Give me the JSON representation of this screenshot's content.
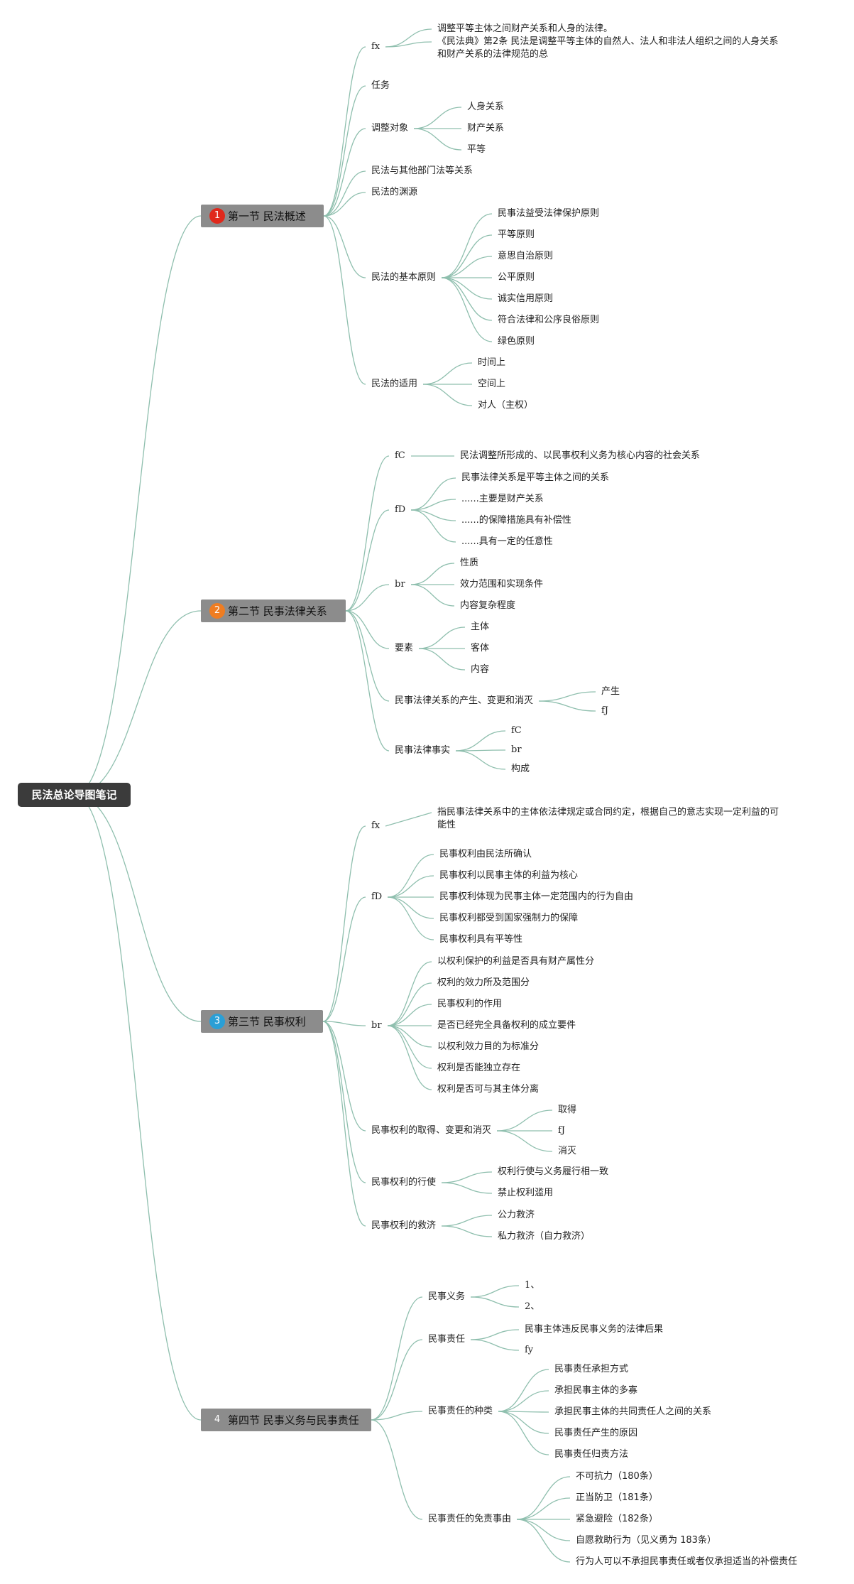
{
  "colors": {
    "edge": "#8fbfae",
    "root_bg": "#3b3b3b",
    "section_bg": "#8c8c8c"
  },
  "root": {
    "label": "民法总论导图笔记"
  },
  "sections": [
    {
      "badge": "1",
      "badge_color": "#e0291c",
      "label": "第一节 民法概述",
      "children": [
        {
          "label": "fx",
          "children": [
            {
              "label": "调整平等主体之间财产关系和人身的法律。"
            },
            {
              "label": "《民法典》第2条 民法是调整平等主体的自然人、法人和非法人组织之间的人身关系和财产关系的法律规范的总"
            }
          ]
        },
        {
          "label": "任务"
        },
        {
          "label": "调整对象",
          "children": [
            {
              "label": "人身关系"
            },
            {
              "label": "财产关系"
            },
            {
              "label": "平等"
            }
          ]
        },
        {
          "label": "民法与其他部门法等关系"
        },
        {
          "label": "民法的渊源"
        },
        {
          "label": "民法的基本原则",
          "children": [
            {
              "label": "民事法益受法律保护原则"
            },
            {
              "label": "平等原则"
            },
            {
              "label": "意思自治原则"
            },
            {
              "label": "公平原则"
            },
            {
              "label": "诚实信用原则"
            },
            {
              "label": "符合法律和公序良俗原则"
            },
            {
              "label": "绿色原则"
            }
          ]
        },
        {
          "label": "民法的适用",
          "children": [
            {
              "label": "时间上"
            },
            {
              "label": "空间上"
            },
            {
              "label": "对人（主权）"
            }
          ]
        }
      ]
    },
    {
      "badge": "2",
      "badge_color": "#ef7d22",
      "label": "第二节 民事法律关系",
      "children": [
        {
          "label": "fC",
          "children": [
            {
              "label": "民法调整所形成的、以民事权利义务为核心内容的社会关系"
            }
          ]
        },
        {
          "label": "fD",
          "children": [
            {
              "label": "民事法律关系是平等主体之间的关系"
            },
            {
              "label": "......主要是财产关系"
            },
            {
              "label": "......的保障措施具有补偿性"
            },
            {
              "label": "......具有一定的任意性"
            }
          ]
        },
        {
          "label": "br",
          "children": [
            {
              "label": "性质"
            },
            {
              "label": "效力范围和实现条件"
            },
            {
              "label": "内容复杂程度"
            }
          ]
        },
        {
          "label": "要素",
          "children": [
            {
              "label": "主体"
            },
            {
              "label": "客体"
            },
            {
              "label": "内容"
            }
          ]
        },
        {
          "label": "民事法律关系的产生、变更和消灭",
          "children": [
            {
              "label": "产生"
            },
            {
              "label": "fJ"
            }
          ]
        },
        {
          "label": "民事法律事实",
          "children": [
            {
              "label": "fC"
            },
            {
              "label": "br"
            },
            {
              "label": "构成"
            }
          ]
        }
      ]
    },
    {
      "badge": "3",
      "badge_color": "#2a9fd6",
      "label": "第三节 民事权利",
      "children": [
        {
          "label": "fx",
          "children": [
            {
              "label": "指民事法律关系中的主体依法律规定或合同约定，根据自己的意志实现一定利益的可能性"
            }
          ]
        },
        {
          "label": "fD",
          "children": [
            {
              "label": "民事权利由民法所确认"
            },
            {
              "label": "民事权利以民事主体的利益为核心"
            },
            {
              "label": "民事权利体现为民事主体一定范围内的行为自由"
            },
            {
              "label": "民事权利都受到国家强制力的保障"
            },
            {
              "label": "民事权利具有平等性"
            }
          ]
        },
        {
          "label": "br",
          "children": [
            {
              "label": "以权利保护的利益是否具有财产属性分"
            },
            {
              "label": "权利的效力所及范围分"
            },
            {
              "label": "民事权利的作用"
            },
            {
              "label": "是否已经完全具备权利的成立要件"
            },
            {
              "label": "以权利效力目的为标准分"
            },
            {
              "label": "权利是否能独立存在"
            },
            {
              "label": "权利是否可与其主体分离"
            }
          ]
        },
        {
          "label": "民事权利的取得、变更和消灭",
          "children": [
            {
              "label": "取得"
            },
            {
              "label": "fJ"
            },
            {
              "label": "消灭"
            }
          ]
        },
        {
          "label": "民事权利的行使",
          "children": [
            {
              "label": "权利行使与义务履行相一致"
            },
            {
              "label": "禁止权利滥用"
            }
          ]
        },
        {
          "label": "民事权利的救济",
          "children": [
            {
              "label": "公力救济"
            },
            {
              "label": "私力救济（自力救济）"
            }
          ]
        }
      ]
    },
    {
      "badge": "4",
      "badge_color": "#8c8c8c",
      "label": "第四节 民事义务与民事责任",
      "children": [
        {
          "label": "民事义务",
          "children": [
            {
              "label": "1、"
            },
            {
              "label": "2、"
            }
          ]
        },
        {
          "label": "民事责任",
          "children": [
            {
              "label": "民事主体违反民事义务的法律后果"
            },
            {
              "label": "fy"
            }
          ]
        },
        {
          "label": "民事责任的种类",
          "children": [
            {
              "label": "民事责任承担方式"
            },
            {
              "label": "承担民事主体的多寡"
            },
            {
              "label": "承担民事主体的共同责任人之间的关系"
            },
            {
              "label": "民事责任产生的原因"
            },
            {
              "label": "民事责任归责方法"
            }
          ]
        },
        {
          "label": "民事责任的免责事由",
          "children": [
            {
              "label": "不可抗力（180条）"
            },
            {
              "label": "正当防卫（181条）"
            },
            {
              "label": "紧急避险（182条）"
            },
            {
              "label": "自愿救助行为（见义勇为 183条）"
            },
            {
              "label": "行为人可以不承担民事责任或者仅承担适当的补偿责任"
            }
          ]
        }
      ]
    }
  ]
}
